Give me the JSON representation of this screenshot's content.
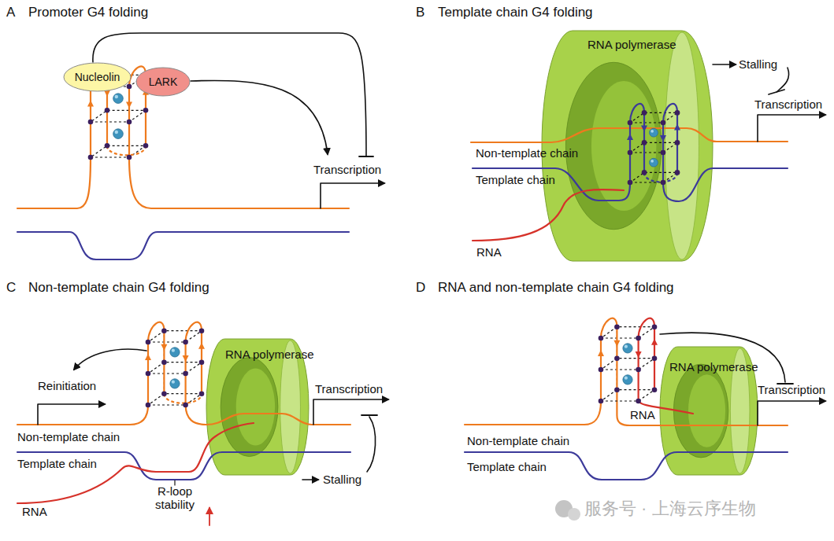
{
  "diagram": {
    "nodes": [
      {
        "text": [
          "Nucleolin"
        ]
      },
      {
        "text": [
          "LARK"
        ]
      },
      {
        "text": [
          "RNA polymerase"
        ]
      },
      {
        "text": [
          "RNA polymerase"
        ]
      },
      {
        "text": [
          "RNA polymerase"
        ]
      }
    ],
    "labels": [
      "A",
      "Promoter G4 folding",
      "Transcription",
      "B",
      "Template chain G4 folding",
      "Stalling",
      "Transcription",
      "Non-template chain",
      "Template chain",
      "RNA",
      "C",
      "Non-template chain G4 folding",
      "Reinitiation",
      "Transcription",
      "Non-template chain",
      "Template chain",
      "RNA",
      "R-loop stability",
      "Stalling",
      "D",
      "RNA and non-template chain G4 folding",
      "Transcription",
      "Non-template chain",
      "Template chain",
      "RNA",
      "服务号 · 上海云序生物"
    ]
  }
}
